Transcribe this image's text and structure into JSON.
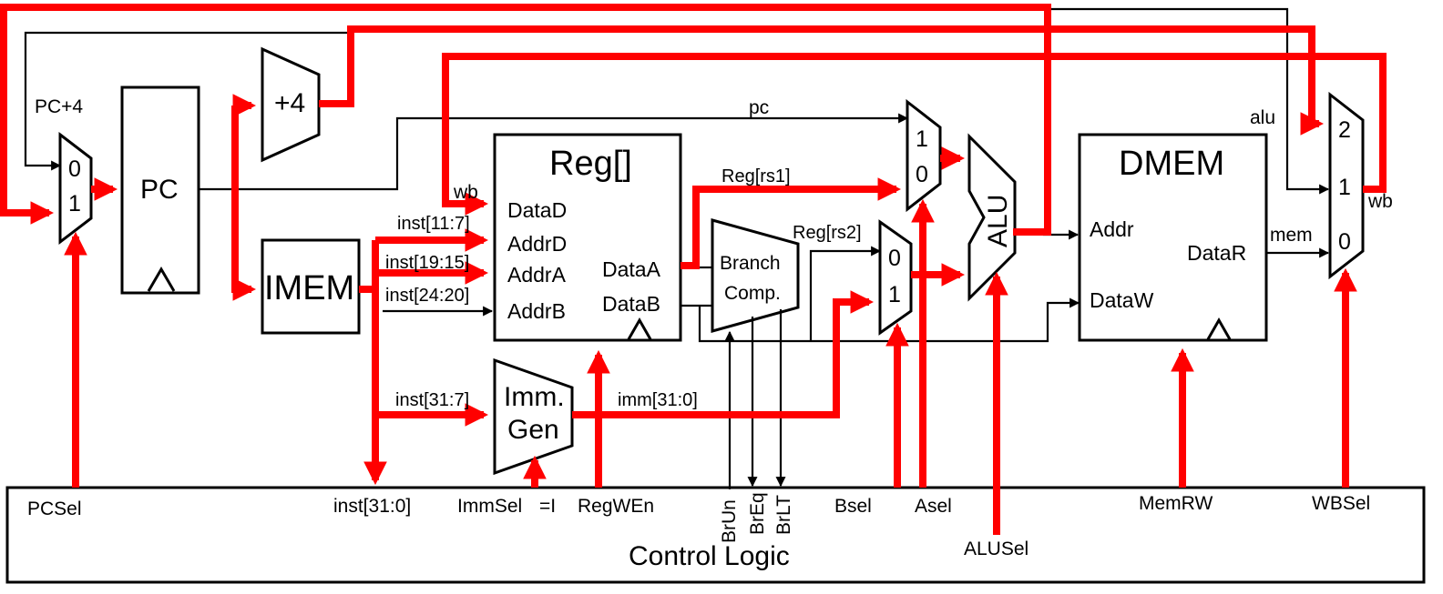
{
  "colors": {
    "active_path": "#ff0000",
    "wire": "#000000",
    "background": "#ffffff"
  },
  "blocks": {
    "pc": "PC",
    "imem": "IMEM",
    "plus4": "+4",
    "reg": "Reg[]",
    "imm_gen_line1": "Imm.",
    "imm_gen_line2": "Gen",
    "branch_line1": "Branch",
    "branch_line2": "Comp.",
    "alu": "ALU",
    "dmem": "DMEM",
    "control": "Control Logic"
  },
  "ports": {
    "data_d": "DataD",
    "addr_d": "AddrD",
    "addr_a": "AddrA",
    "addr_b": "AddrB",
    "data_a": "DataA",
    "data_b": "DataB",
    "addr": "Addr",
    "data_w": "DataW",
    "data_r": "DataR"
  },
  "mux": {
    "pc_0": "0",
    "pc_1": "1",
    "a_1": "1",
    "a_0": "0",
    "b_0": "0",
    "b_1": "1",
    "wb_2": "2",
    "wb_1": "1",
    "wb_0": "0"
  },
  "wires": {
    "pc_plus4": "PC+4",
    "wb_left": "wb",
    "pc": "pc",
    "reg_rs1": "Reg[rs1]",
    "reg_rs2": "Reg[rs2]",
    "inst_11_7": "inst[11:7]",
    "inst_19_15": "inst[19:15]",
    "inst_24_20": "inst[24:20]",
    "inst_31_7": "inst[31:7]",
    "imm_31_0": "imm[31:0]",
    "alu": "alu",
    "wb_right": "wb",
    "mem": "mem"
  },
  "control_signals": {
    "pcsel": "PCSel",
    "inst": "inst[31:0]",
    "immsel": "ImmSel",
    "immsel_value": "=I",
    "regwen": "RegWEn",
    "brun": "BrUn",
    "breq": "BrEq",
    "brlt": "BrLT",
    "bsel": "Bsel",
    "asel": "Asel",
    "alusel": "ALUSel",
    "memrw": "MemRW",
    "wbsel": "WBSel"
  }
}
